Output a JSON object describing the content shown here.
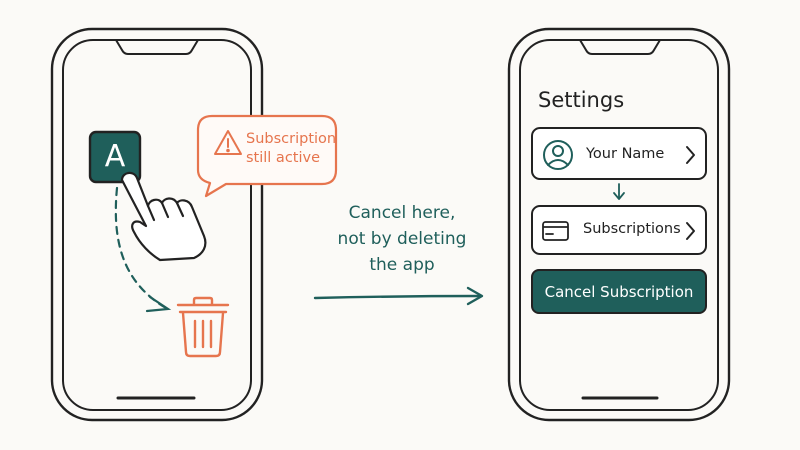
{
  "left_phone": {
    "app_icon_letter": "A",
    "warning_line1": "Subscription",
    "warning_line2": "still active"
  },
  "caption": {
    "line1": "Cancel here,",
    "line2": "not by deleting",
    "line3": "the app"
  },
  "right_phone": {
    "title": "Settings",
    "your_name_label": "Your Name",
    "subscriptions_label": "Subscriptions",
    "cancel_button_label": "Cancel Subscription"
  },
  "colors": {
    "teal_dark": "#1f5f5b",
    "warning_orange": "#e6754e",
    "ink": "#222222",
    "background": "#fbfaf7"
  },
  "icons": [
    "person-circle-icon",
    "chevron-right-icon",
    "arrow-down-icon",
    "credit-card-icon",
    "warning-triangle-icon",
    "trash-icon",
    "pointing-hand-icon"
  ]
}
